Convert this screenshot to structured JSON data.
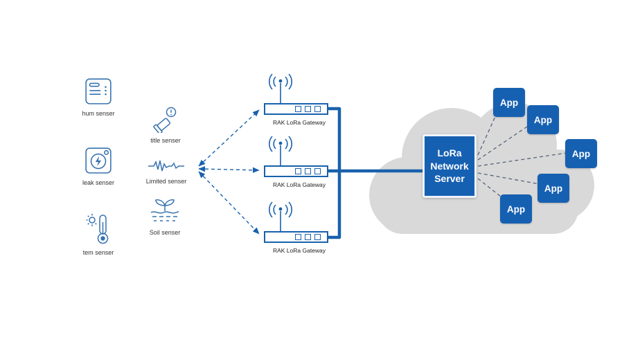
{
  "colors": {
    "accent_blue": "#1961ac",
    "box_blue": "#1660b2",
    "icon_blue": "#3572b0",
    "cloud_gray": "#d9d9d9",
    "label_dark": "#333333"
  },
  "sensors_left": [
    {
      "icon": "humidity-sensor-icon",
      "label": "hum senser"
    },
    {
      "icon": "leak-sensor-icon",
      "label": "leak senser"
    },
    {
      "icon": "temperature-sensor-icon",
      "label": "tem senser"
    }
  ],
  "sensors_mid": [
    {
      "icon": "tilt-sensor-icon",
      "label": "title senser"
    },
    {
      "icon": "vibration-waveform-icon",
      "label": "Limited senser"
    },
    {
      "icon": "soil-sensor-icon",
      "label": "Soil senser"
    }
  ],
  "gateways": [
    {
      "icon": "antenna-icon",
      "label": "RAK LoRa Gateway"
    },
    {
      "icon": "antenna-icon",
      "label": "RAK LoRa Gateway"
    },
    {
      "icon": "antenna-icon",
      "label": "RAK LoRa Gateway"
    }
  ],
  "cloud": {
    "name": "internet-cloud"
  },
  "server": {
    "lines": [
      "LoRa",
      "Network",
      "Server"
    ]
  },
  "apps": [
    {
      "label": "App"
    },
    {
      "label": "App"
    },
    {
      "label": "App"
    },
    {
      "label": "App"
    },
    {
      "label": "App"
    }
  ]
}
